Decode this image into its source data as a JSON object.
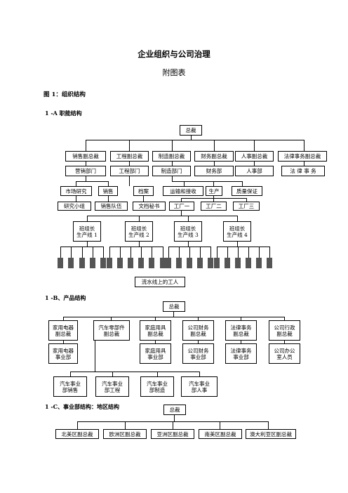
{
  "doc": {
    "title": "企业组织与公司治理",
    "subtitle": "附图表",
    "figure1_heading": "图 1：组织结构",
    "section_a": "1 -A  职能结构",
    "section_b": "1 -B、产品结构",
    "section_c": "1 -C、事业部结构：地区结构"
  },
  "chart_a": {
    "top": "总裁",
    "vps": [
      "销售副总裁",
      "工程副总裁",
      "制造副总裁",
      "财务副总裁",
      "人事副总裁",
      "法律事务副总裁"
    ],
    "depts": [
      "营销部门",
      "工程部门",
      "制造部门",
      "财务部",
      "人事部",
      "法 律 事 务"
    ],
    "sub_units": [
      "市场研究",
      "销售",
      "档案",
      "运输和接收",
      "生产",
      "质量保证"
    ],
    "sub_units2": [
      "研究小组",
      "销售队伍",
      "文档秘书",
      "工厂一",
      "工厂二",
      "工厂三"
    ],
    "team_leaders": [
      {
        "line1": "班组长",
        "line2": "生产线 1"
      },
      {
        "line1": "班组长",
        "line2": "生产线 2"
      },
      {
        "line1": "班组长",
        "line2": "生产线 3"
      },
      {
        "line1": "班组长",
        "line2": "生产线 4"
      }
    ],
    "workers": "流水线上的工人"
  },
  "chart_b": {
    "top": "总裁",
    "vps": [
      {
        "line1": "家用电器",
        "line2": "副总裁"
      },
      {
        "line1": "汽车零部件",
        "line2": "副总裁"
      },
      {
        "line1": "家庭用具",
        "line2": "副总裁"
      },
      {
        "line1": "公司财务",
        "line2": "副总裁"
      },
      {
        "line1": "法律事务",
        "line2": "副总裁"
      },
      {
        "line1": "公司行政",
        "line2": "副总裁"
      }
    ],
    "divisions": [
      {
        "line1": "家用电器",
        "line2": "事业部"
      },
      {
        "line1": "家庭用具",
        "line2": "事业部"
      },
      {
        "line1": "公司财务",
        "line2": "事业部"
      },
      {
        "line1": "法律事务",
        "line2": "事业部"
      },
      {
        "line1": "公司办公",
        "line2": "室人员"
      }
    ],
    "auto_divisions": [
      {
        "line1": "汽车事业",
        "line2": "部销售"
      },
      {
        "line1": "汽车事业",
        "line2": "部工程"
      },
      {
        "line1": "汽车事业",
        "line2": "部制造"
      },
      {
        "line1": "汽车事业",
        "line2": "部人事"
      }
    ]
  },
  "chart_c": {
    "top": "总裁",
    "regions": [
      "北美区副总裁",
      "欧洲区副总裁",
      "亚洲区副总裁",
      "南美区副总裁",
      "澳大利亚区副总裁"
    ]
  }
}
